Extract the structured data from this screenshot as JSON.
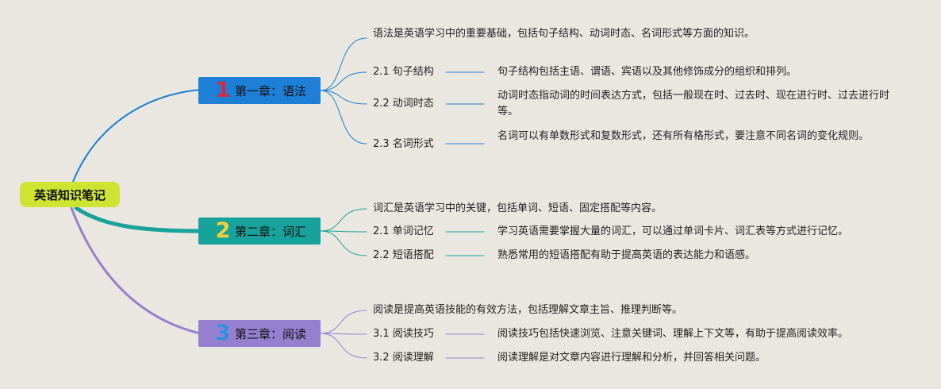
{
  "root": {
    "label": "英语知识笔记",
    "color": "#cde532"
  },
  "chapters": [
    {
      "num": "1",
      "label": "第一章：语法",
      "color": "#1e7fd6",
      "num_color": "#d8283c",
      "summary": "语法是英语学习中的重要基础，包括句子结构、动词时态、名词形式等方面的知识。",
      "subs": [
        {
          "label": "2.1 句子结构",
          "desc": "句子结构包括主语、谓语、宾语以及其他修饰成分的组织和排列。"
        },
        {
          "label": "2.2 动词时态",
          "desc": "动词时态指动词的时间表达方式，包括一般现在时、过去时、现在进行时、过去进行时等。"
        },
        {
          "label": "2.3 名词形式",
          "desc": "名词可以有单数形式和复数形式，还有所有格形式，要注意不同名词的变化规则。"
        }
      ]
    },
    {
      "num": "2",
      "label": "第二章：词汇",
      "color": "#17a39c",
      "num_color": "#f4d13a",
      "summary": "词汇是英语学习中的关键，包括单词、短语、固定搭配等内容。",
      "subs": [
        {
          "label": "2.1 单词记忆",
          "desc": "学习英语需要掌握大量的词汇，可以通过单词卡片、词汇表等方式进行记忆。"
        },
        {
          "label": "2.2 短语搭配",
          "desc": "熟悉常用的短语搭配有助于提高英语的表达能力和语感。"
        }
      ]
    },
    {
      "num": "3",
      "label": "第三章：阅读",
      "color": "#9480cf",
      "num_color": "#2d8fe0",
      "summary": "阅读是提高英语技能的有效方法，包括理解文章主旨、推理判断等。",
      "subs": [
        {
          "label": "3.1 阅读技巧",
          "desc": "阅读技巧包括快速浏览、注意关键词、理解上下文等，有助于提高阅读效率。"
        },
        {
          "label": "3.2 阅读理解",
          "desc": "阅读理解是对文章内容进行理解和分析，并回答相关问题。"
        }
      ]
    }
  ]
}
